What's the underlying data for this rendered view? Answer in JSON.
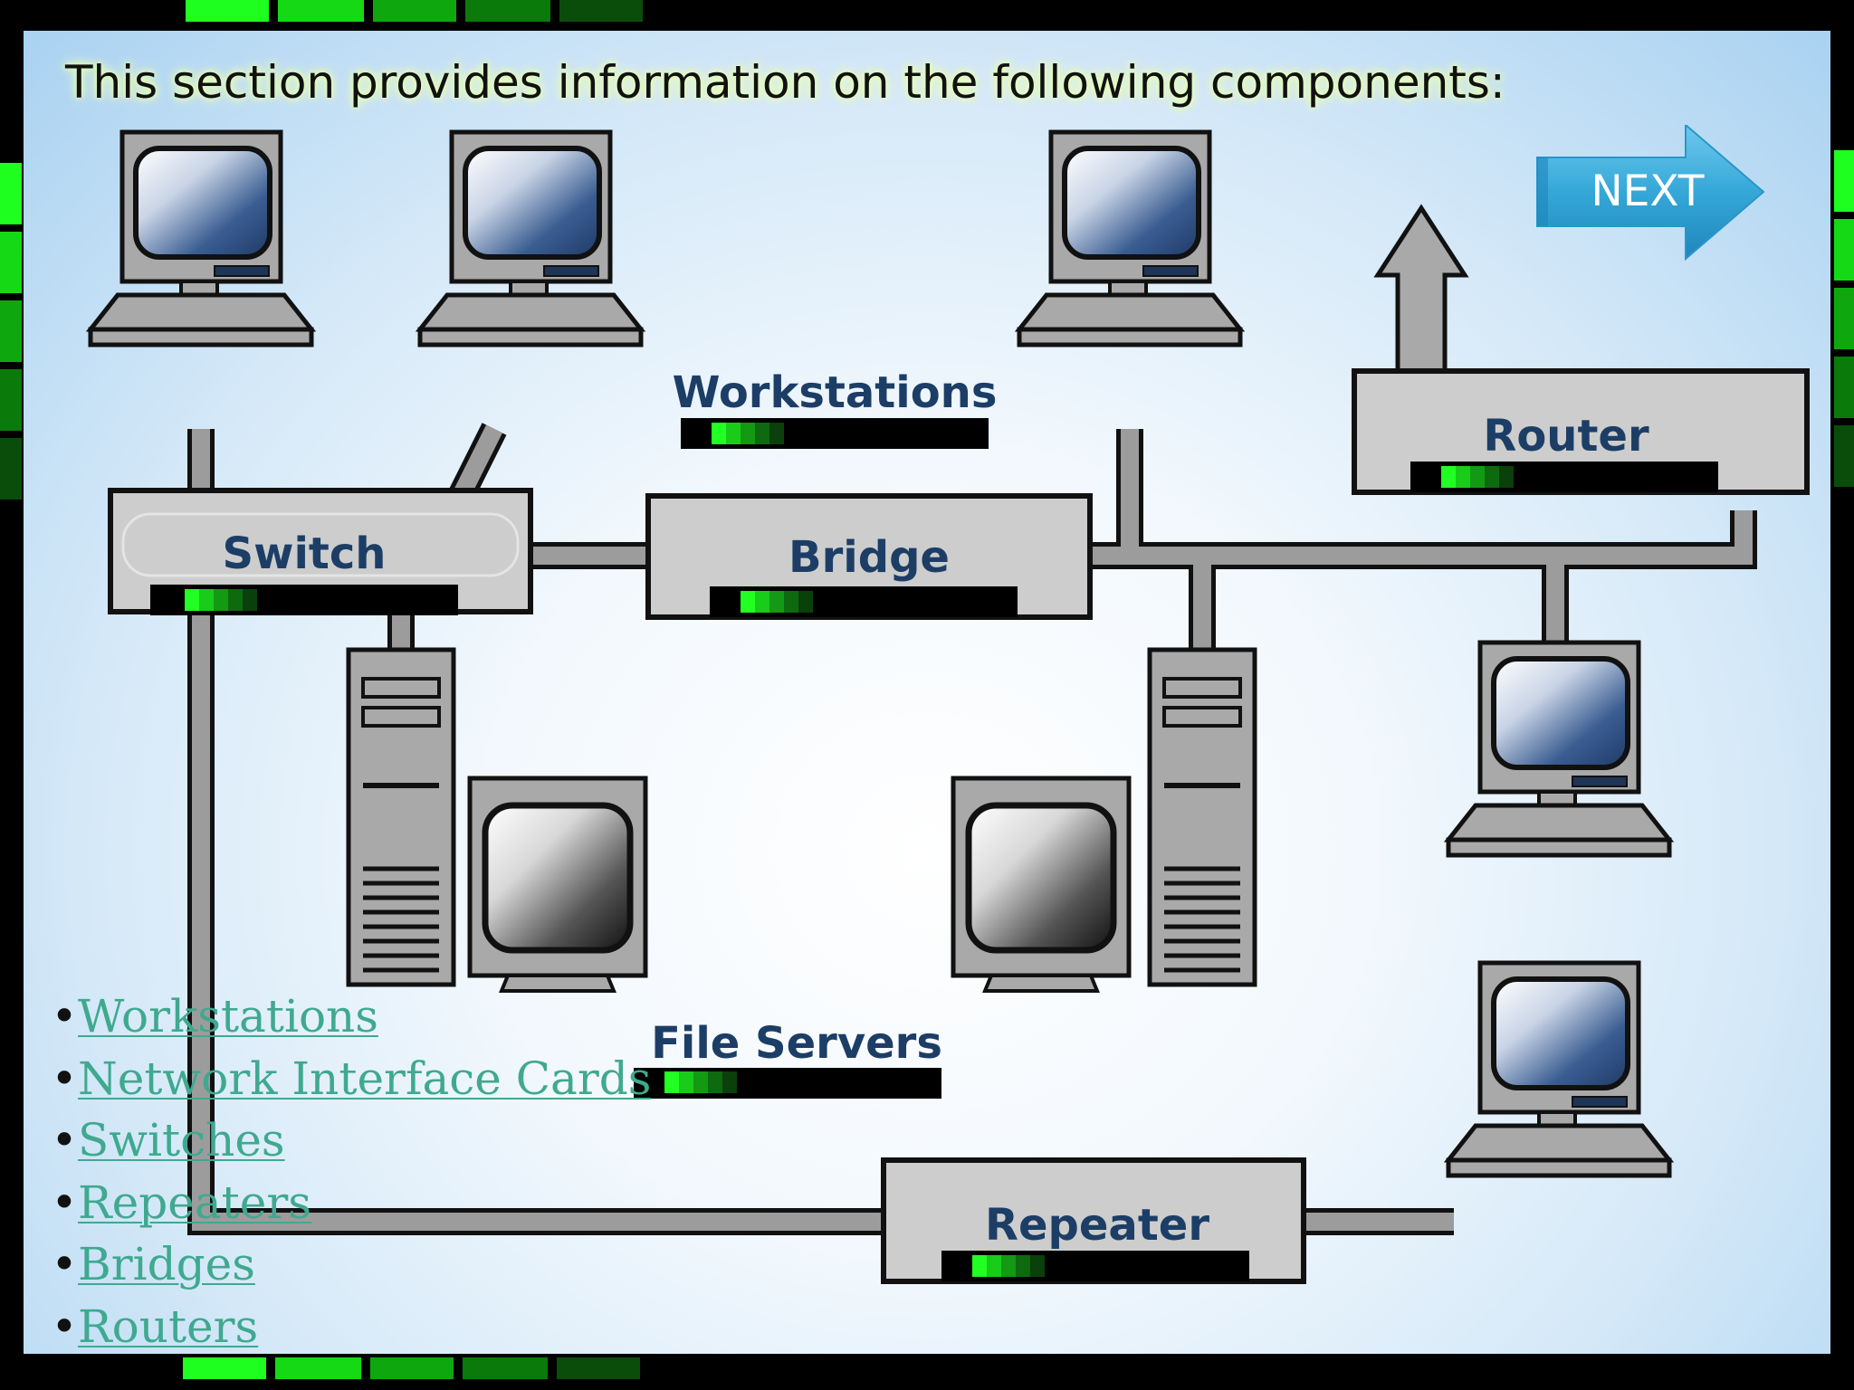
{
  "heading": "This section provides information on the following components:",
  "next_button": {
    "label": "NEXT",
    "icon": "arrow-right-icon"
  },
  "diagram": {
    "workstations_label": "Workstations",
    "file_servers_label": "File Servers",
    "switch_label": "Switch",
    "bridge_label": "Bridge",
    "router_label": "Router",
    "repeater_label": "Repeater"
  },
  "links": [
    {
      "bullet": "•",
      "label": "Workstations"
    },
    {
      "bullet": "•",
      "label": "Network Interface Cards"
    },
    {
      "bullet": "•",
      "label": "Switches"
    },
    {
      "bullet": "•",
      "label": "Repeaters"
    },
    {
      "bullet": "•",
      "label": "Bridges"
    },
    {
      "bullet": "•",
      "label": "Routers"
    }
  ],
  "colors": {
    "link": "#3fa98f",
    "label": "#1c3e66",
    "frame_green": "#1fff1f",
    "next_button": "#35a8d8"
  }
}
